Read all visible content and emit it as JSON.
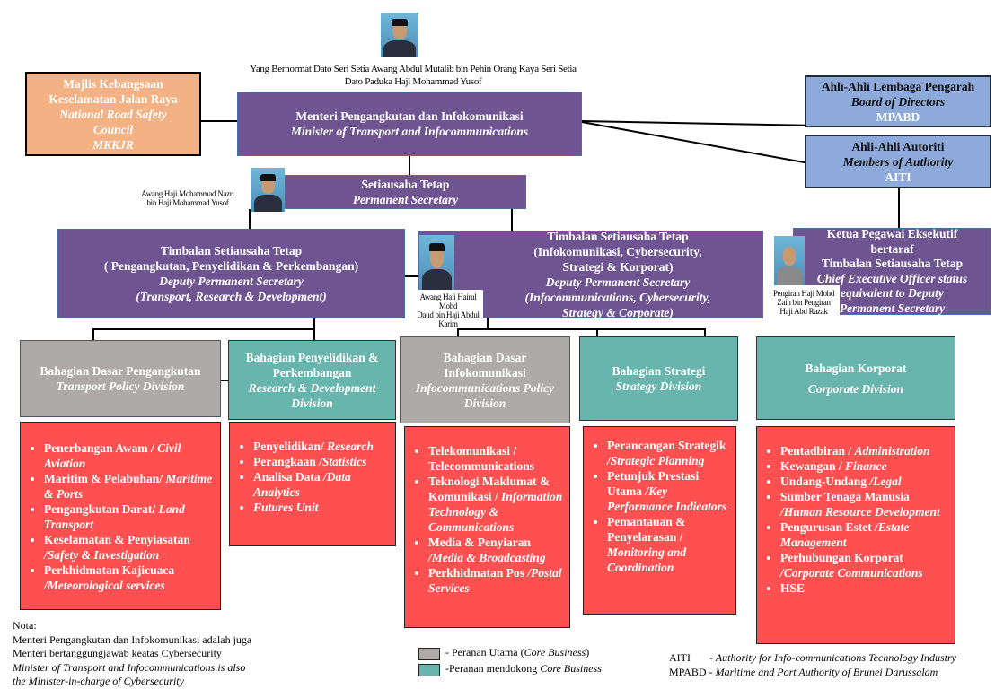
{
  "minister": {
    "caption_line1": "Yang Berhormat Dato Seri Setia Awang Abdul Mutalib bin Pehin Orang Kaya Seri Setia",
    "caption_line2": "Dato Paduka Haji Mohammad Yusof",
    "title_ms": "Menteri Pengangkutan dan Infokomunikasi",
    "title_en": "Minister of Transport and Infocommunications"
  },
  "mkkjr": {
    "line1": "Majlis Kebangsaan",
    "line2": "Keselamatan Jalan Raya",
    "line3": "National Road Safety",
    "line4": "Council",
    "acronym": "MKKJR"
  },
  "board": {
    "title_ms": "Ahli-Ahli Lembaga Pengarah",
    "title_en": "Board of Directors",
    "acronym": "MPABD"
  },
  "authority": {
    "title_ms": "Ahli-Ahli Autoriti",
    "title_en": "Members of Authority",
    "acronym": "AITI"
  },
  "perm_sec": {
    "title_ms": "Setiausaha Tetap",
    "title_en": "Permanent Secretary",
    "caption_line1": "Awang Haji Mohammad Nazri",
    "caption_line2": "bin Haji Mohammad Yusof"
  },
  "dps_left": {
    "line1": "Timbalan Setiausaha Tetap",
    "line2": "( Pengangkutan, Penyelidikan & Perkembangan)",
    "line3": "Deputy Permanent Secretary",
    "line4": "(Transport, Research & Development)"
  },
  "dps_right": {
    "line1": "Timbalan Setiausaha Tetap",
    "line2": "(Infokomunikasi, Cybersecurity,",
    "line3": "Strategi & Korporat)",
    "line4": "Deputy Permanent Secretary",
    "line5": "(Infocommunications, Cybersecurity,",
    "line6": "Strategy & Corporate)",
    "caption_line1": "Awang Haji Hairul Mohd",
    "caption_line2": "Daud bin Haji Abdul",
    "caption_line3": "Karim"
  },
  "ceo": {
    "line1": "Ketua Pegawai Eksekutif",
    "line2": "bertaraf",
    "line3": "Timbalan Setiausaha Tetap",
    "line4": "Chief Executive Officer status",
    "line5": "equivalent to Deputy",
    "line6": "Permanent Secretary",
    "caption_line1": "Pengiran Haji Mohd",
    "caption_line2": "Zain bin Pengiran",
    "caption_line3": "Haji Abd Razak"
  },
  "divisions": [
    {
      "title_ms": "Bahagian Dasar Pengangkutan",
      "title_en": "Transport Policy Division",
      "role": "core",
      "items": [
        [
          "Penerbangan Awam / ",
          "Civil Aviation"
        ],
        [
          "Maritim & Pelabuhan/ ",
          "Maritime & Ports"
        ],
        [
          "Pengangkutan Darat/ ",
          "Land Transport"
        ],
        [
          "Keselamatan & Penyiasatan ",
          "/Safety & Investigation"
        ],
        [
          "Perkhidmatan Kajicuaca ",
          "/Meteorological services"
        ]
      ]
    },
    {
      "title_ms": "Bahagian Penyelidikan & Perkembangan",
      "title_en": "Research & Development Division",
      "role": "supporting",
      "items": [
        [
          "Penyelidikan/ ",
          "Research"
        ],
        [
          "Perangkaan ",
          "/Statistics"
        ],
        [
          "Analisa  Data ",
          "/Data Analytics"
        ],
        [
          "",
          "Futures Unit"
        ]
      ]
    },
    {
      "title_ms": "Bahagian Dasar Infokomunikasi",
      "title_en": "Infocommunications Policy Division",
      "role": "core",
      "items": [
        [
          "Telekomunikasi / Telecommunications",
          ""
        ],
        [
          "Teknologi Maklumat & Komunikasi / ",
          "Information Technology & Communications"
        ],
        [
          "Media & Penyiaran ",
          "/Media & Broadcasting"
        ],
        [
          "Perkhidmatan Pos ",
          "/Postal Services"
        ]
      ]
    },
    {
      "title_ms": "Bahagian Strategi",
      "title_en": "Strategy Division",
      "role": "supporting",
      "items": [
        [
          "Perancangan Strategik ",
          "/Strategic Planning"
        ],
        [
          "Petunjuk Prestasi Utama ",
          "/Key Performance Indicators"
        ],
        [
          "Pemantauan & Penyelarasan / ",
          "Monitoring and Coordination"
        ]
      ]
    },
    {
      "title_ms": "Bahagian Korporat",
      "title_en": "Corporate Division",
      "role": "supporting",
      "items": [
        [
          "Pentadbiran / ",
          "Administration"
        ],
        [
          "Kewangan / ",
          "Finance"
        ],
        [
          "Undang-Undang ",
          "/Legal"
        ],
        [
          "Sumber Tenaga Manusia ",
          "/Human Resource Development"
        ],
        [
          "Pengurusan Estet ",
          "/Estate Management"
        ],
        [
          "Perhubungan Korporat ",
          "/Corporate Communications"
        ],
        [
          "HSE",
          ""
        ]
      ]
    }
  ],
  "note": {
    "heading": "Nota:",
    "line1": "Menteri Pengangkutan dan Infokomunikasi adalah juga",
    "line2": "Menteri bertanggungjawab keatas Cybersecurity",
    "line3": "Minister of Transport and Infocommunications is also",
    "line4": "the Minister-in-charge of Cybersecurity"
  },
  "legend": {
    "core_ms": "- Peranan Utama (",
    "core_en": "Core Business",
    "core_close": ")",
    "support_ms": "-Peranan mendokong ",
    "support_en": "Core Business"
  },
  "abbreviations": {
    "aiti_key": "AITI",
    "aiti_value": "- Authority for Info-communications Technology Industry",
    "mpabd_key": "MPABD",
    "mpabd_value": "- Maritime and Port Authority of Brunei Darussalam"
  },
  "colors": {
    "purple": "#6e5591",
    "orange": "#f4b183",
    "blue": "#8eaadb",
    "core_grey": "#aeaaaa",
    "support_teal": "#67b5ac",
    "red": "#fe5050"
  }
}
